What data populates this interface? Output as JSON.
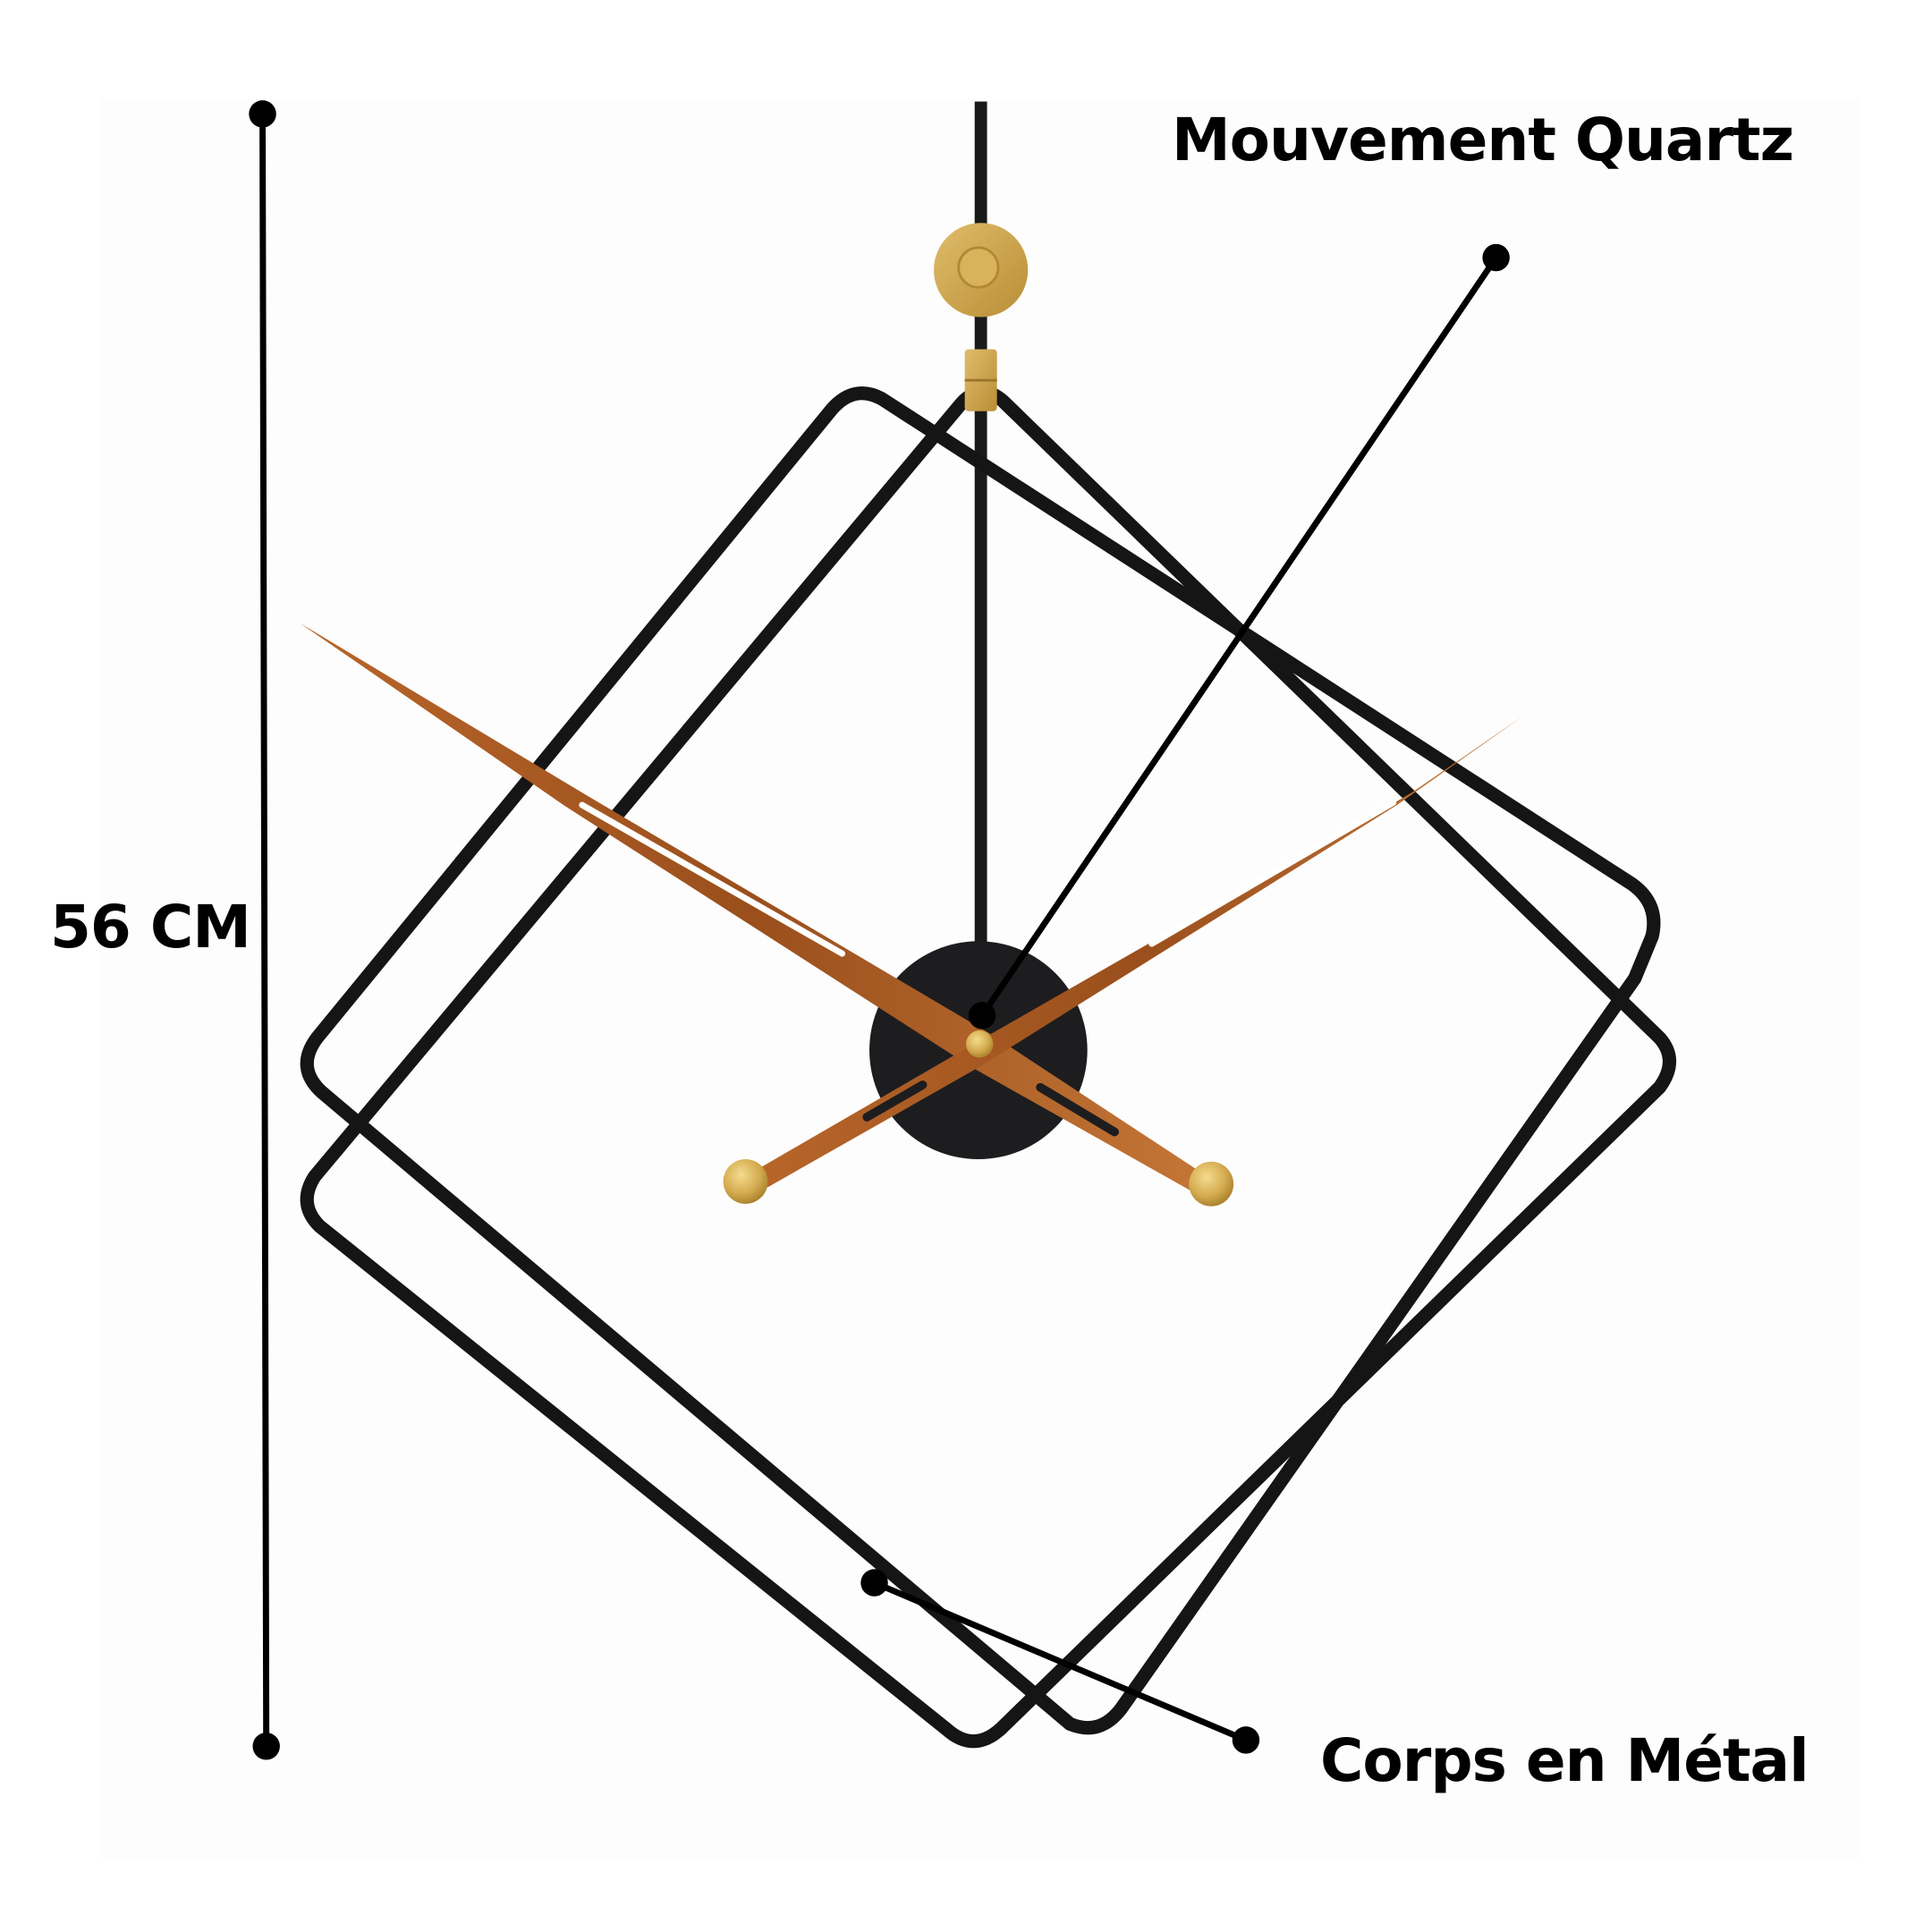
{
  "labels": {
    "movement": "Mouvement Quartz",
    "body": "Corps en Métal",
    "height": "56 CM"
  },
  "product": {
    "type": "wall clock",
    "frame_color": "#111111",
    "hand_color": "#a0521e",
    "accent_color": "#c9a24a",
    "background": "#fdfdfd"
  },
  "icons": {
    "movement_pointer": "callout-dot-icon",
    "body_pointer": "callout-dot-icon",
    "dimension_line": "dimension-line-icon"
  }
}
